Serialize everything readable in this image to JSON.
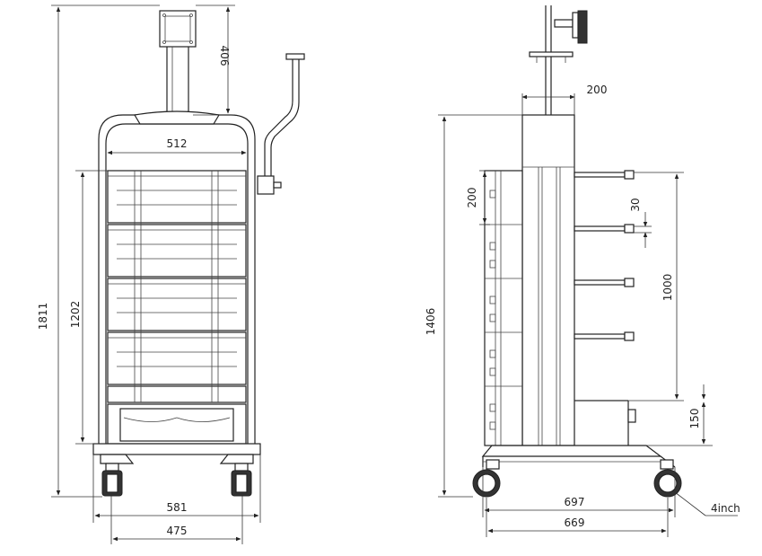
{
  "front_view": {
    "dimensions": {
      "total_height": "1811",
      "monitor_arm_height": "406",
      "inner_width": "512",
      "shelf_zone_height": "1202",
      "base_width": "581",
      "wheel_span": "475"
    }
  },
  "side_view": {
    "dimensions": {
      "pole_width": "200",
      "body_height": "1406",
      "drawer_height": "200",
      "shelf_thickness": "30",
      "shelf_zone_height": "1000",
      "base_clearance": "150",
      "base_depth": "697",
      "wheel_span": "669",
      "wheel_size": "4inch"
    }
  }
}
